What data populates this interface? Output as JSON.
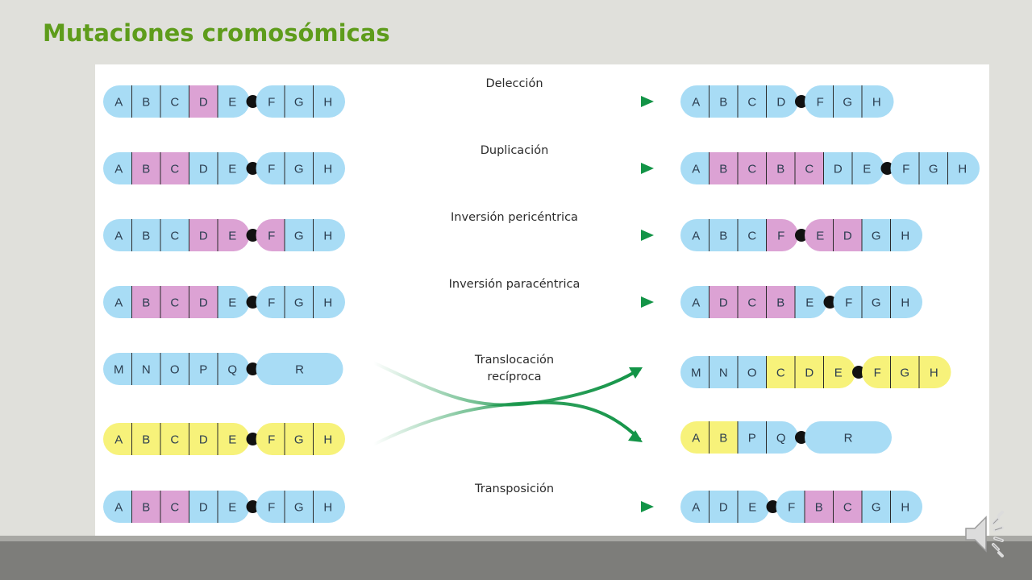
{
  "title": "Mutaciones cromosómicas",
  "colors": {
    "title": "#5e9c1b",
    "blue": "#a8dcf5",
    "pink": "#dca2d4",
    "yellow": "#f7f27a",
    "arrow": "#139447",
    "centromere": "#111111"
  },
  "rows": [
    {
      "label": [
        "Delección"
      ],
      "before": [
        {
          "genes": [
            "A",
            "B",
            "C",
            "D",
            "E"
          ],
          "colors": [
            "b",
            "b",
            "b",
            "p",
            "b"
          ]
        },
        {
          "genes": [
            "F",
            "G",
            "H"
          ],
          "colors": [
            "b",
            "b",
            "b"
          ]
        }
      ],
      "after": [
        [
          {
            "genes": [
              "A",
              "B",
              "C",
              "D"
            ],
            "colors": [
              "b",
              "b",
              "b",
              "b"
            ]
          },
          {
            "genes": [
              "F",
              "G",
              "H"
            ],
            "colors": [
              "b",
              "b",
              "b"
            ]
          }
        ]
      ]
    },
    {
      "label": [
        "Duplicación"
      ],
      "before": [
        {
          "genes": [
            "A",
            "B",
            "C",
            "D",
            "E"
          ],
          "colors": [
            "b",
            "p",
            "p",
            "b",
            "b"
          ]
        },
        {
          "genes": [
            "F",
            "G",
            "H"
          ],
          "colors": [
            "b",
            "b",
            "b"
          ]
        }
      ],
      "after": [
        [
          {
            "genes": [
              "A",
              "B",
              "C",
              "B",
              "C",
              "D",
              "E"
            ],
            "colors": [
              "b",
              "p",
              "p",
              "p",
              "p",
              "b",
              "b"
            ]
          },
          {
            "genes": [
              "F",
              "G",
              "H"
            ],
            "colors": [
              "b",
              "b",
              "b"
            ]
          }
        ]
      ]
    },
    {
      "label": [
        "Inversión pericéntrica"
      ],
      "before": [
        {
          "genes": [
            "A",
            "B",
            "C",
            "D",
            "E"
          ],
          "colors": [
            "b",
            "b",
            "b",
            "p",
            "p"
          ]
        },
        {
          "genes": [
            "F",
            "G",
            "H"
          ],
          "colors": [
            "p",
            "b",
            "b"
          ]
        }
      ],
      "after": [
        [
          {
            "genes": [
              "A",
              "B",
              "C",
              "F"
            ],
            "colors": [
              "b",
              "b",
              "b",
              "p"
            ]
          },
          {
            "genes": [
              "E",
              "D",
              "G",
              "H"
            ],
            "colors": [
              "p",
              "p",
              "b",
              "b"
            ]
          }
        ]
      ]
    },
    {
      "label": [
        "Inversión paracéntrica"
      ],
      "before": [
        {
          "genes": [
            "A",
            "B",
            "C",
            "D",
            "E"
          ],
          "colors": [
            "b",
            "p",
            "p",
            "p",
            "b"
          ]
        },
        {
          "genes": [
            "F",
            "G",
            "H"
          ],
          "colors": [
            "b",
            "b",
            "b"
          ]
        }
      ],
      "after": [
        [
          {
            "genes": [
              "A",
              "D",
              "C",
              "B",
              "E"
            ],
            "colors": [
              "b",
              "p",
              "p",
              "p",
              "b"
            ]
          },
          {
            "genes": [
              "F",
              "G",
              "H"
            ],
            "colors": [
              "b",
              "b",
              "b"
            ]
          }
        ]
      ]
    },
    {
      "label": [
        "Translocación",
        "recíproca"
      ],
      "before": [
        {
          "genes": [
            "M",
            "N",
            "O",
            "P",
            "Q"
          ],
          "colors": [
            "b",
            "b",
            "b",
            "b",
            "b"
          ]
        },
        {
          "genes": [
            "R"
          ],
          "colors": [
            "b"
          ]
        }
      ],
      "before2": [
        {
          "genes": [
            "A",
            "B",
            "C",
            "D",
            "E"
          ],
          "colors": [
            "y",
            "y",
            "y",
            "y",
            "y"
          ]
        },
        {
          "genes": [
            "F",
            "G",
            "H"
          ],
          "colors": [
            "y",
            "y",
            "y"
          ]
        }
      ],
      "after": [
        [
          {
            "genes": [
              "M",
              "N",
              "O",
              "C",
              "D",
              "E"
            ],
            "colors": [
              "b",
              "b",
              "b",
              "y",
              "y",
              "y"
            ]
          },
          {
            "genes": [
              "F",
              "G",
              "H"
            ],
            "colors": [
              "y",
              "y",
              "y"
            ]
          }
        ],
        [
          {
            "genes": [
              "A",
              "B",
              "P",
              "Q"
            ],
            "colors": [
              "y",
              "y",
              "b",
              "b"
            ]
          },
          {
            "genes": [
              "R"
            ],
            "colors": [
              "b"
            ]
          }
        ]
      ]
    },
    {
      "label": [
        "Transposición"
      ],
      "before": [
        {
          "genes": [
            "A",
            "B",
            "C",
            "D",
            "E"
          ],
          "colors": [
            "b",
            "p",
            "p",
            "b",
            "b"
          ]
        },
        {
          "genes": [
            "F",
            "G",
            "H"
          ],
          "colors": [
            "b",
            "b",
            "b"
          ]
        }
      ],
      "after": [
        [
          {
            "genes": [
              "A",
              "D",
              "E"
            ],
            "colors": [
              "b",
              "b",
              "b"
            ]
          },
          {
            "genes": [
              "F",
              "B",
              "C",
              "G",
              "H"
            ],
            "colors": [
              "b",
              "p",
              "p",
              "b",
              "b"
            ]
          }
        ]
      ]
    }
  ]
}
